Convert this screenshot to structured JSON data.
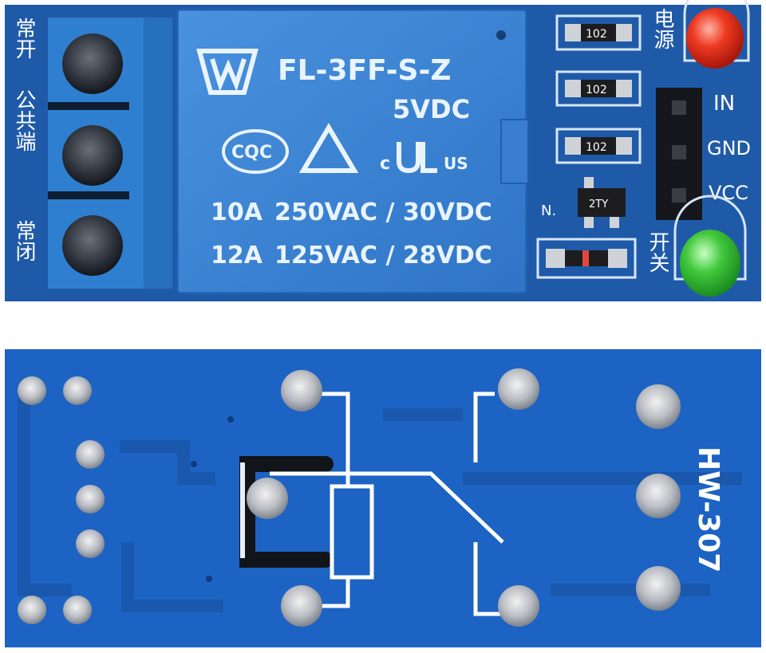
{
  "top_board": {
    "relay": {
      "model": "FL-3FF-S-Z",
      "coil_voltage": "5VDC",
      "cert_cqc": "CQC",
      "cert_c": "c",
      "cert_us": "US",
      "rating_1_current": "10A",
      "rating_1_values": "250VAC / 30VDC",
      "rating_2_current": "12A",
      "rating_2_values": "125VAC / 28VDC"
    },
    "terminal_labels": {
      "top": "常开",
      "middle": "公共端",
      "bottom": "常闭"
    },
    "smd": {
      "r1": "102",
      "r2": "102",
      "r3": "102",
      "transistor": "2TY"
    },
    "labels": {
      "power_led": "电源",
      "switch_led": "开关",
      "pin_in": "IN",
      "pin_gnd": "GND",
      "pin_vcc": "VCC",
      "n_mark": "N."
    },
    "colors": {
      "pcb": "#1f5aa8",
      "relay_body": "#3d86d6",
      "terminal_block": "#2e7fd0",
      "led_power": "#e8321e",
      "led_switch": "#3fc43a"
    }
  },
  "bottom_board": {
    "model_label": "HW-307",
    "colors": {
      "pcb": "#1c63c4"
    }
  }
}
